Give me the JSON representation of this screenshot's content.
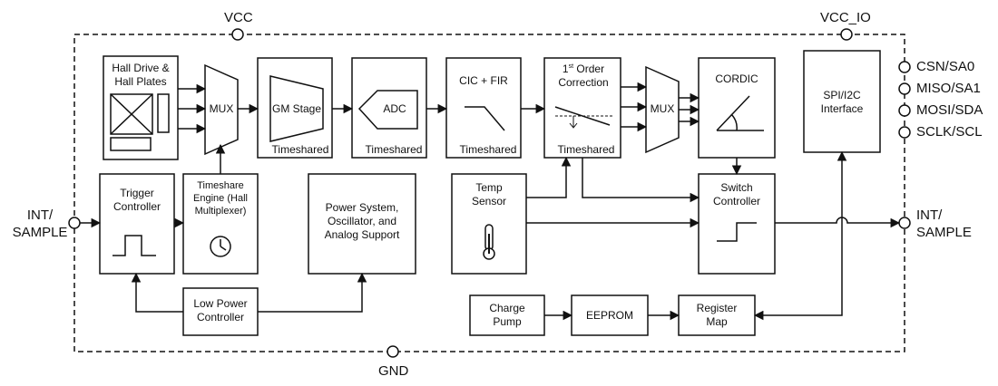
{
  "supplies": {
    "vcc": "VCC",
    "vcc_io": "VCC_IO",
    "gnd": "GND"
  },
  "pins": {
    "int_left": "INT/\nSAMPLE",
    "int_right": "INT/\nSAMPLE",
    "csn": "CSN/SA0",
    "miso": "MISO/SA1",
    "mosi": "MOSI/SDA",
    "sclk": "SCLK/SCL"
  },
  "blocks": {
    "hall": "Hall Drive &\nHall Plates",
    "mux1": "MUX",
    "gm_stage": "GM Stage",
    "gm_sub": "Timeshared",
    "adc": "ADC",
    "adc_sub": "Timeshared",
    "cic": "CIC + FIR",
    "cic_sub": "Timeshared",
    "corr_sup": "st",
    "corr_num": "1",
    "corr": "Order\nCorrection",
    "corr_sub": "Timeshared",
    "mux2": "MUX",
    "cordic": "CORDIC",
    "spi": "SPI/I2C\nInterface",
    "trigger": "Trigger\nController",
    "timeshare": "Timeshare\nEngine (Hall\nMultiplexer)",
    "power": "Power System,\nOscillator, and\nAnalog Support",
    "temp": "Temp\nSensor",
    "switch": "Switch\nController",
    "low_power": "Low Power\nController",
    "charge_pump": "Charge\nPump",
    "eeprom": "EEPROM",
    "register_map": "Register\nMap"
  }
}
